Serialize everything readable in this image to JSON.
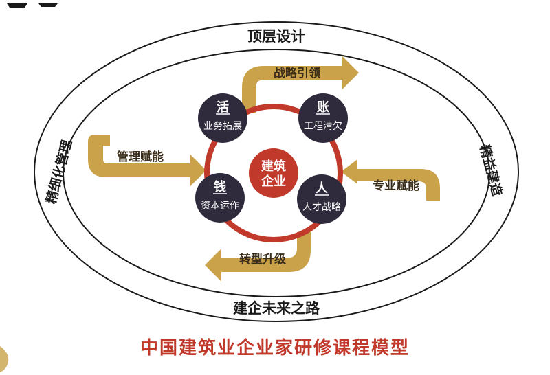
{
  "diagram": {
    "outer_top_label": "顶层设计",
    "outer_bottom_label": "建企未来之路",
    "outer_left_label": "精细化管理",
    "outer_right_label": "精益建造",
    "center_label_line1": "建筑",
    "center_label_line2": "企业",
    "nodes": [
      {
        "glyph": "活",
        "label": "业务拓展"
      },
      {
        "glyph": "账",
        "label": "工程清欠"
      },
      {
        "glyph": "钱",
        "label": "资本运作"
      },
      {
        "glyph": "人",
        "label": "人才战略"
      }
    ],
    "arrows": [
      {
        "label": "战略引领"
      },
      {
        "label": "管理赋能"
      },
      {
        "label": "专业赋能"
      },
      {
        "label": "转型升级"
      }
    ]
  },
  "footer": {
    "title": "中国建筑业企业家研修课程模型"
  },
  "colors": {
    "ring": "#c0392b",
    "node": "#2f2b3d",
    "arrow": "#c9a24a",
    "ellipse": "#1a1a1a",
    "footer": "#c0392b"
  }
}
